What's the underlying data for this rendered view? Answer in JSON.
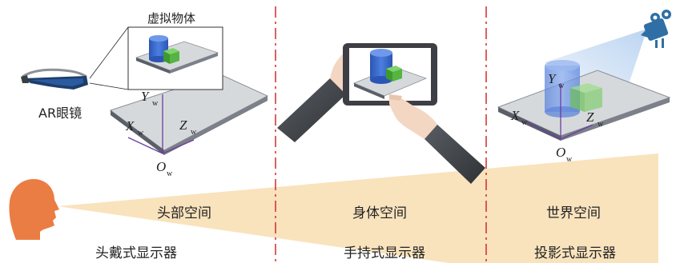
{
  "labels": {
    "virtual_object": "虚拟物体",
    "ar_glasses": "AR眼镜",
    "axis_y": "Y",
    "axis_x": "X",
    "axis_z": "Z",
    "axis_o": "O",
    "axis_sub": "w"
  },
  "spaces": [
    {
      "label": "头部空间",
      "display": "头戴式显示器"
    },
    {
      "label": "身体空间",
      "display": "手持式显示器"
    },
    {
      "label": "世界空间",
      "display": "投影式显示器"
    }
  ],
  "colors": {
    "wedge": "#f9e3bd",
    "head": "#ea7d44",
    "divider": "#d42a2a",
    "board_top": "#d6d9dc",
    "board_edge": "#5a5f68",
    "cylinder": "#3f6fcf",
    "cube": "#56b442",
    "axis": "#6b3fa0",
    "sleeve": "#4a4d52",
    "skin": "#f3d7c3",
    "tablet": "#3e3f44",
    "projector": "#2f6fa5",
    "beam": "#cfe1f5"
  }
}
